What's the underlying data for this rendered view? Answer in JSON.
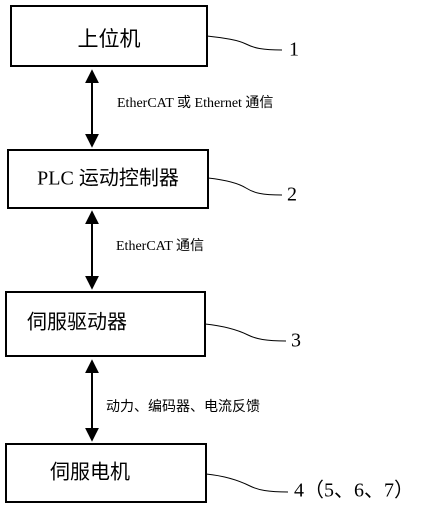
{
  "boxes": [
    {
      "label": "上位机",
      "ref": "1"
    },
    {
      "label": "PLC 运动控制器",
      "ref": "2"
    },
    {
      "label": "伺服驱动器",
      "ref": "3"
    },
    {
      "label": "伺服电机",
      "ref": "4（5、6、7）"
    }
  ],
  "links": [
    {
      "label": "EtherCAT 或 Ethernet 通信"
    },
    {
      "label": "EtherCAT 通信"
    },
    {
      "label": "动力、编码器、电流反馈"
    }
  ]
}
